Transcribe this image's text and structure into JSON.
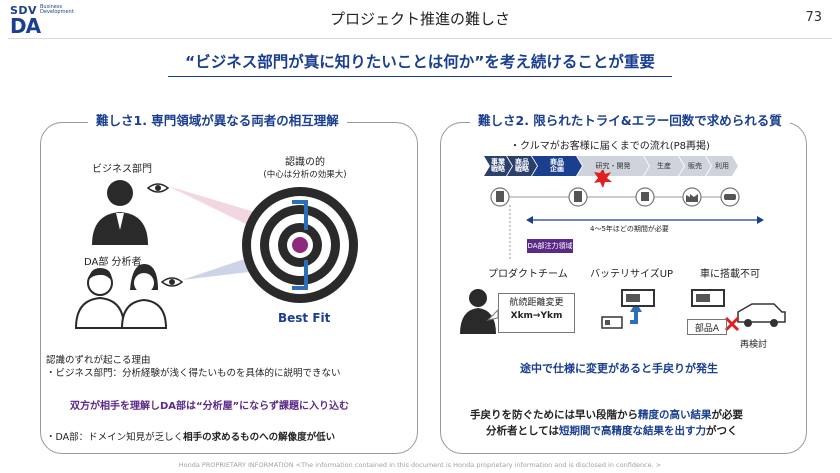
{
  "logo": {
    "top": "SDV",
    "sub": "Business Development",
    "main": "DA"
  },
  "page": {
    "title": "プロジェクト推進の難しさ",
    "number": "73"
  },
  "headline": "“ビジネス部門が真に知りたいことは何か”を考え続けることが重要",
  "left": {
    "title": "難しさ1. 専門領域が異なる両者の相互理解",
    "business_label": "ビジネス部門",
    "da_label": "DA部 分析者",
    "target_label_1": "認識の的",
    "target_label_2": "(中心は分析の効果大)",
    "best_fit": "Best Fit",
    "cause_heading": "認識のずれが起こる理由",
    "cause_1": "・ビジネス部門：分析経験が浅く得たいものを具体的に説明できない",
    "mutual": "双方が相手を理解しDA部は“分析屋”にならず課題に入り込む",
    "cause_2_pre": "・DA部：ドメイン知見が乏しく",
    "cause_2_bold": "相手の求めるものへの解像度が低い"
  },
  "right": {
    "title": "難しさ2. 限られたトライ&エラー回数で求められる質",
    "flow_label": "・クルマがお客様に届くまでの流れ(P8再掲)",
    "stages": [
      "事業\n戦略",
      "商品\n戦略",
      "商品\n企画",
      "研究・開発",
      "生産",
      "販売",
      "利用"
    ],
    "period": "4～5年ほどの期間が必要",
    "da_focus": "DA部注力領域",
    "product_team": "プロダクトチーム",
    "battery_up": "バッテリサイズUP",
    "cannot_mount": "車に搭載不可",
    "spec_line1": "航続距離変更",
    "spec_line2": "Xkm→Ykm",
    "part_a": "部品A",
    "recheck": "再検討",
    "rework": "途中で仕様に変更があると手戻りが発生",
    "concl_1a": "手戻りを防ぐためには早い段階から",
    "concl_1b": "精度の高い結果",
    "concl_1c": "が必要",
    "concl_2a": "分析者としては",
    "concl_2b": "短期間で高精度な結果を出す力",
    "concl_2c": "がつく"
  },
  "footer": "Honda PROPRIETARY INFORMATION <The information contained in this document is Honda proprietary information and is disclosed in confidence. >",
  "colors": {
    "brand": "#1a3f8f",
    "purple": "#5b2a86",
    "accent_red": "#e02020"
  }
}
